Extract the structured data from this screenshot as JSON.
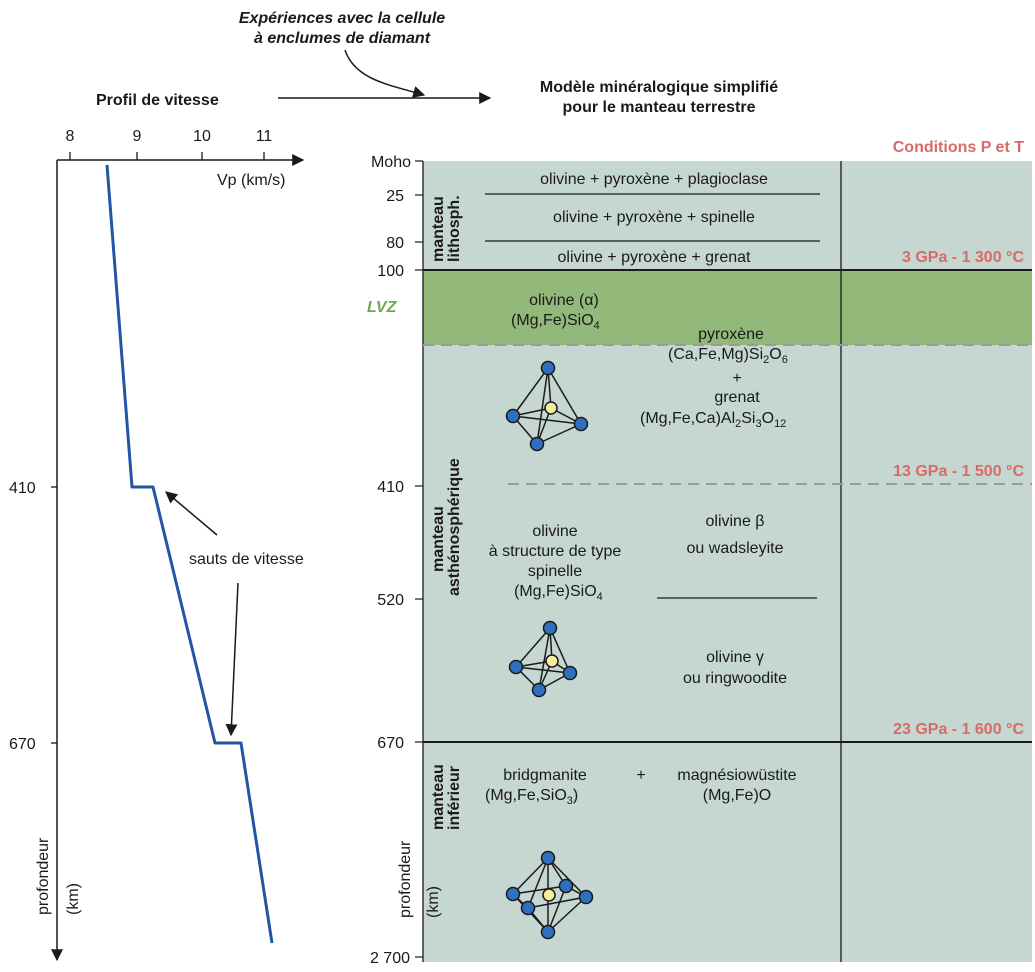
{
  "header": {
    "experiences_line1": "Expériences avec la cellule",
    "experiences_line2": "à enclumes de diamant",
    "profil_title": "Profil de vitesse",
    "modele_line1": "Modèle minéralogique simplifié",
    "modele_line2": "pour le manteau terrestre"
  },
  "velocity_profile": {
    "x_ticks": [
      "8",
      "9",
      "10",
      "11"
    ],
    "x_label": "Vp (km/s)",
    "y_label_line1": "profondeur",
    "y_label_line2": "(km)",
    "depth_ticks": [
      "410",
      "670"
    ],
    "annotation": "sauts de vitesse",
    "chart_data": {
      "type": "line",
      "xlabel": "Vp (km/s)",
      "ylabel": "profondeur (km)",
      "points_depth_vp": [
        [
          0,
          8.5
        ],
        [
          410,
          8.95
        ],
        [
          410,
          9.3
        ],
        [
          670,
          10.25
        ],
        [
          670,
          10.65
        ],
        [
          2700,
          11.15
        ]
      ]
    }
  },
  "depth_scale": [
    "Moho",
    "25",
    "80",
    "100",
    "410",
    "520",
    "670",
    "2 700"
  ],
  "depth_axis_label_line1": "profondeur",
  "depth_axis_label_line2": "(km)",
  "conditions_title": "Conditions P et T",
  "conditions": [
    "3 GPa - 1 300 °C",
    "13 GPa - 1 500 °C",
    "23 GPa - 1 600 °C"
  ],
  "lvz_label": "LVZ",
  "layers": {
    "litho_line1": "manteau",
    "litho_line2": "lithosph.",
    "astheno_line1": "manteau",
    "astheno_line2": "asthénosphérique",
    "inferieur_line1": "manteau",
    "inferieur_line2": "inférieur"
  },
  "minerals": {
    "litho1": "olivine + pyroxène + plagioclase",
    "litho2": "olivine + pyroxène + spinelle",
    "litho3": "olivine + pyroxène + grenat",
    "olivine_alpha": "olivine (α)",
    "olivine_alpha_formula": "(Mg,Fe)SiO",
    "sub4": "4",
    "pyroxene": "pyroxène",
    "pyroxene_formula": "(Ca,Fe,Mg)Si",
    "sub2": "2",
    "O": "O",
    "sub6": "6",
    "plus": "+",
    "grenat": "grenat",
    "grenat_formula": "(Mg,Fe,Ca)Al",
    "Si": "Si",
    "sub3": "3",
    "sub12": "12",
    "spinelle_line1": "olivine",
    "spinelle_line2": "à structure de type",
    "spinelle_line3": "spinelle",
    "spinelle_formula": "(Mg,Fe)SiO",
    "beta_line1": "olivine β",
    "beta_line2": "ou wadsleyite",
    "gamma_line1": "olivine γ",
    "gamma_line2": "ou ringwoodite",
    "bridgmanite": "bridgmanite",
    "bridgmanite_formula": "(Mg,Fe,SiO",
    "bridgmanite_close": ")",
    "plus2": "+",
    "magnesio": "magnésiowüstite",
    "magnesio_formula": "(Mg,Fe)O"
  },
  "colors": {
    "panel": "#c6d6d1",
    "lvz": "#93b97a",
    "profile_line": "#2255a4",
    "conditions": "#d86b67",
    "atom_blue": "#2f6fc0",
    "atom_yellow": "#f6ee9a"
  }
}
